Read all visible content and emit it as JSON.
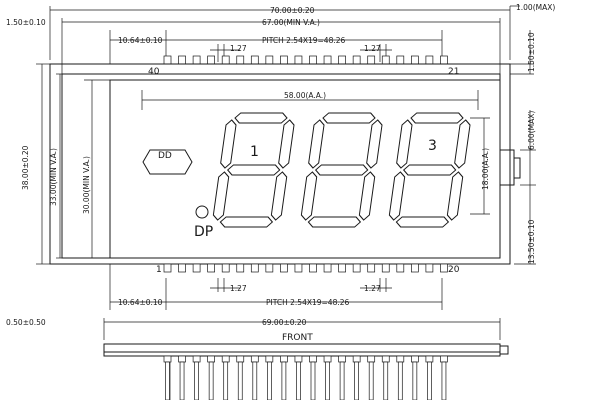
{
  "dimensions": {
    "overall_width": "70.00±0.20",
    "min_va_width": "67.00(MIN V.A.)",
    "aa_width": "58.00(A.A.)",
    "top_margin_left": "1.50±0.10",
    "pin_offset_top": "10.64±0.10",
    "pin_offset_bottom": "10.64±0.10",
    "pitch_top": "PITCH 2.54X19=48.26",
    "pitch_bottom": "PITCH 2.54X19=48.26",
    "pin_width_tl": "1.27",
    "pin_width_tr": "1.27",
    "pin_width_bl": "1.27",
    "pin_width_br": "1.27",
    "max_thickness_top": "1.00(MAX)",
    "right_1_50": "1.50±0.10",
    "right_6_00": "6.00(MAX)",
    "right_13_50": "13.50±0.10",
    "aa_height": "18.00(A.A.)",
    "overall_height": "38.00±0.20",
    "min_va_height": "33.00(MIN V.A.)",
    "height_30": "30.00(MIN V.A.)",
    "front_width": "69.00±0.20",
    "front_offset": "0.50±0.50",
    "front_label": "FRONT"
  },
  "pins": {
    "top_left": "40",
    "top_right": "21",
    "bottom_left": "1",
    "bottom_right": "20"
  },
  "display": {
    "dd_label": "DD",
    "dp_label": "DP",
    "digit1_label": "1",
    "digit3_label": "3"
  }
}
